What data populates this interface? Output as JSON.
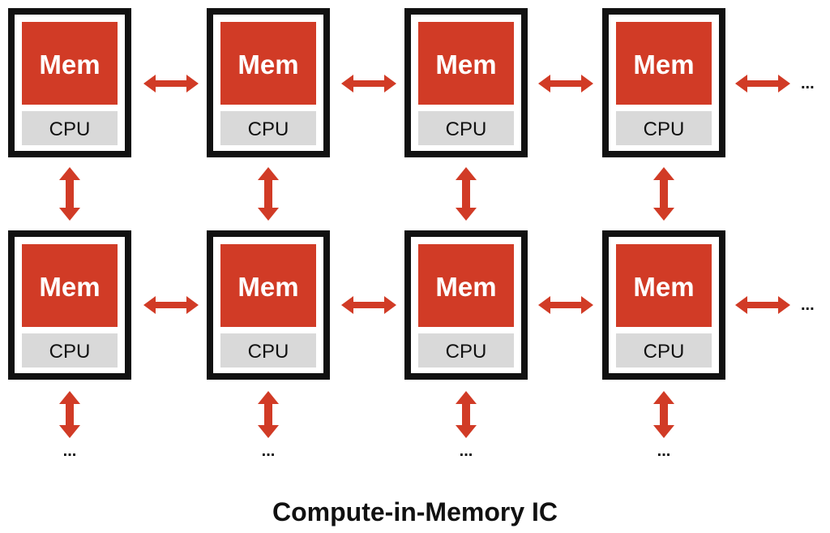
{
  "units": [
    {
      "mem_label": "Mem",
      "cpu_label": "CPU"
    },
    {
      "mem_label": "Mem",
      "cpu_label": "CPU"
    },
    {
      "mem_label": "Mem",
      "cpu_label": "CPU"
    },
    {
      "mem_label": "Mem",
      "cpu_label": "CPU"
    },
    {
      "mem_label": "Mem",
      "cpu_label": "CPU"
    },
    {
      "mem_label": "Mem",
      "cpu_label": "CPU"
    },
    {
      "mem_label": "Mem",
      "cpu_label": "CPU"
    },
    {
      "mem_label": "Mem",
      "cpu_label": "CPU"
    }
  ],
  "continuation": "...",
  "caption": "Compute-in-Memory IC",
  "colors": {
    "mem_fill": "#d13b26",
    "cpu_fill": "#d9d9d9",
    "frame_stroke": "#111111",
    "arrow_fill": "#d13b26"
  }
}
